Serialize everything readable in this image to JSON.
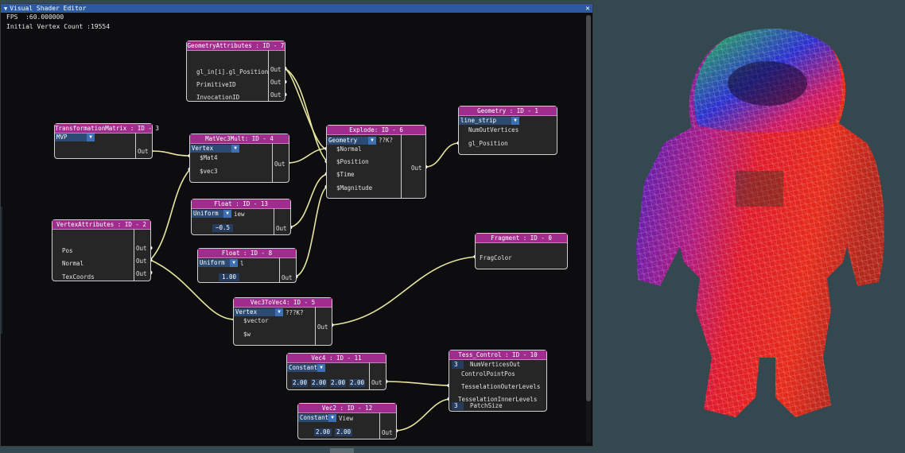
{
  "window": {
    "title": "Visual Shader Editor",
    "close_label": "✕"
  },
  "stats": {
    "fps": "FPS  :60.000000",
    "vertex_count": "Initial Vertex Count :19554"
  },
  "nodes": {
    "geometry_attributes": {
      "title": "GeometryAttributes : ID - 7",
      "inputs": [
        "gl_in[i].gl_Position",
        "PrimitiveID",
        "InvocationID"
      ],
      "outputs": [
        "Out",
        "Out",
        "Out"
      ]
    },
    "transformation_matrix": {
      "title": "TransformationMatrix : ID - 3",
      "combo": "MVP",
      "output": "Out"
    },
    "matvec3mult": {
      "title": "MatVec3Mult: ID - 4",
      "combo": "Vertex",
      "inputs": [
        "$Mat4",
        "$vec3"
      ],
      "output": "Out"
    },
    "explode": {
      "title": "Explode: ID - 6",
      "combo": "Geometry",
      "combo_suffix": "??K?",
      "inputs": [
        "$Normal",
        "$Position",
        "$Time",
        "$Magnitude"
      ],
      "output": "Out"
    },
    "geometry": {
      "title": "Geometry : ID - 1",
      "combo": "line_strip",
      "inputs": [
        "NumOutVertices",
        "gl_Position"
      ]
    },
    "float13": {
      "title": "Float : ID - 13",
      "combo": "Uniform",
      "combo_suffix": "iew",
      "value": "~0.5",
      "output": "Out"
    },
    "vertex_attributes": {
      "title": "VertexAttributes : ID - 2",
      "inputs": [
        "Pos",
        "Normal",
        "TexCoords"
      ],
      "outputs": [
        "Out",
        "Out",
        "Out"
      ]
    },
    "float8": {
      "title": "Float : ID - 8",
      "combo": "Uniform",
      "combo_suffix": "l",
      "value": "1.00",
      "output": "Out"
    },
    "fragment": {
      "title": "Fragment : ID - 0",
      "inputs": [
        "FragColor"
      ]
    },
    "vec3tovec4": {
      "title": "Vec3ToVec4: ID - 5",
      "combo": "Vertex",
      "combo_suffix": "???K?",
      "inputs": [
        "$vector",
        "$w"
      ],
      "output": "Out"
    },
    "vec4": {
      "title": "Vec4 : ID - 11",
      "combo": "Constant",
      "values": [
        "2.00",
        "2.00",
        "2.00",
        "2.00"
      ],
      "output": "Out"
    },
    "tess_control": {
      "title": "Tess_Control : ID - 10",
      "num_vertices_value": "3",
      "inputs": [
        "NumVerticesOut",
        "ControlPointPos",
        "TesselationOuterLevels",
        "TesselationInnerLevels",
        "PatchSize"
      ],
      "patch_value": "3"
    },
    "vec2": {
      "title": "Vec2 : ID - 12",
      "combo": "Constant",
      "combo_suffix": "View",
      "values": [
        "2.00",
        "2.00"
      ],
      "output": "Out"
    }
  },
  "colors": {
    "node_header": "#a02d8d",
    "wire": "#e6e6a0",
    "titlebar": "#2b5aa0",
    "viewport_bg": "#33484f"
  },
  "viewport": {
    "model": "3d-wireframe-model"
  }
}
